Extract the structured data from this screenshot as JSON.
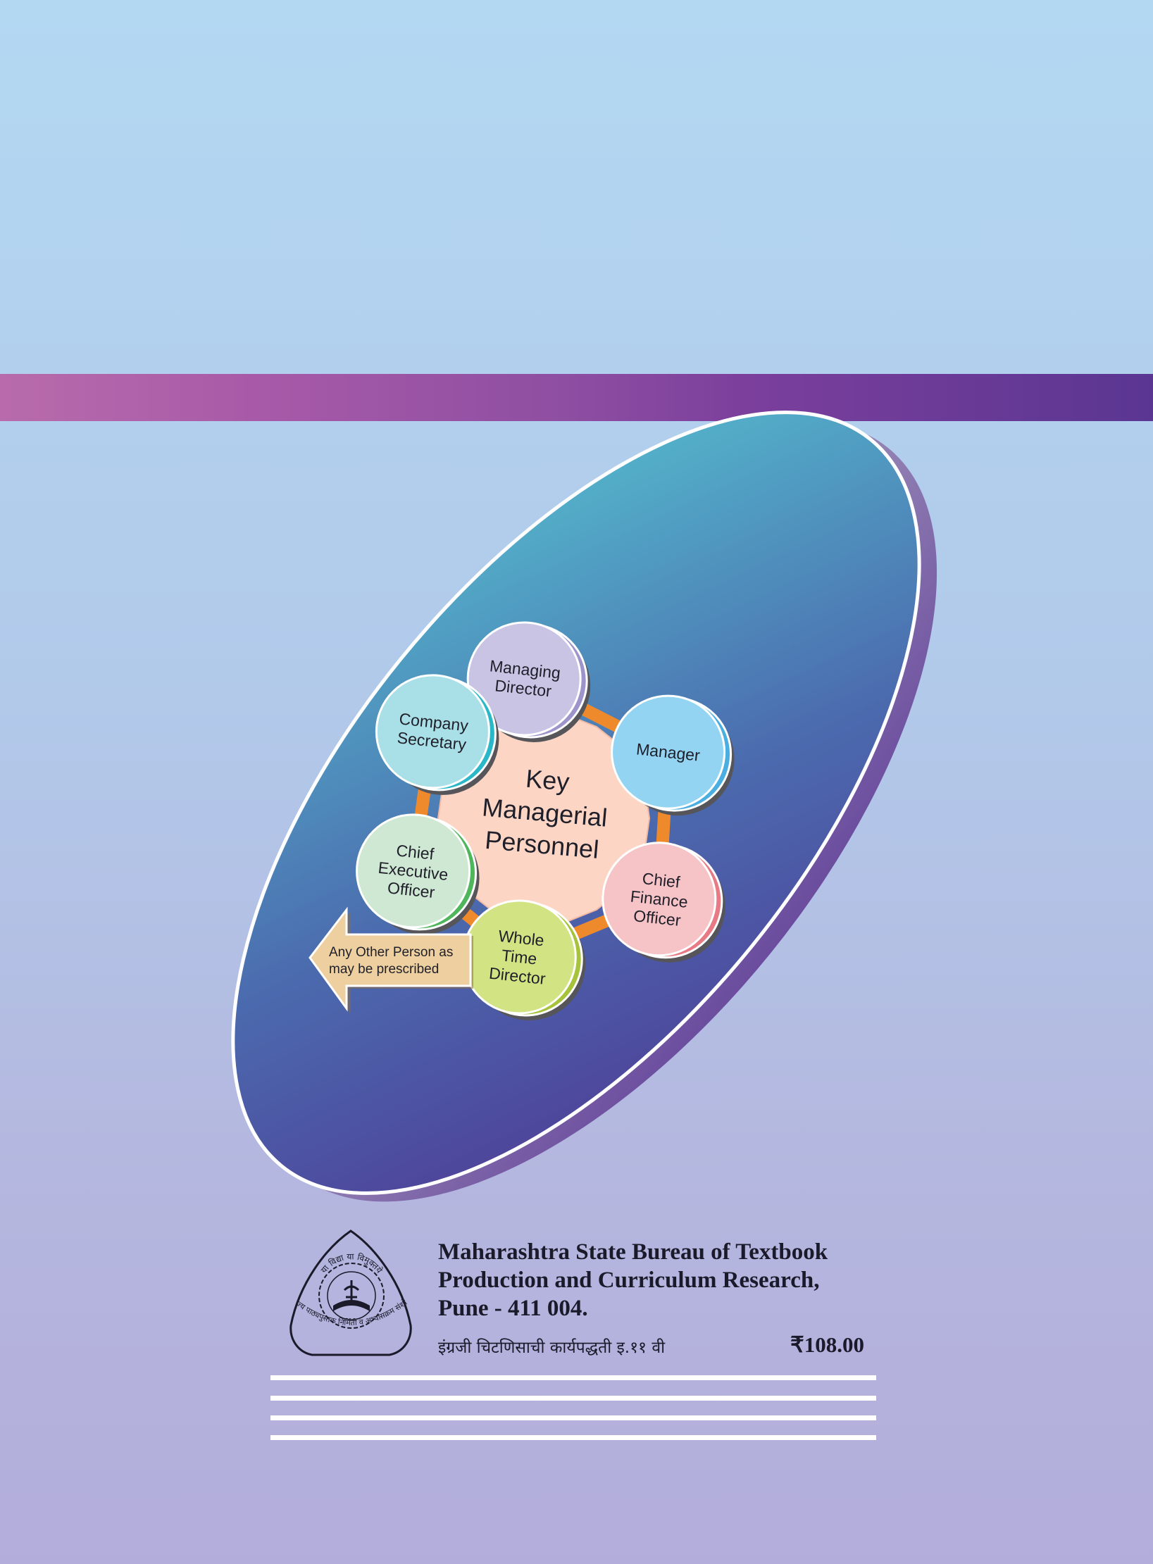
{
  "diagram": {
    "center": [
      "Key",
      "Managerial",
      "Personnel"
    ],
    "nodes": [
      {
        "id": "managing-director",
        "lines": [
          "Managing",
          "Director"
        ],
        "fill": "#c9c4e4",
        "rim": "#9d94cc"
      },
      {
        "id": "manager",
        "lines": [
          "Manager"
        ],
        "fill": "#92d4f2",
        "rim": "#4aaee0"
      },
      {
        "id": "chief-finance-officer",
        "lines": [
          "Chief",
          "Finance",
          "Officer"
        ],
        "fill": "#f6c3c6",
        "rim": "#e87a85"
      },
      {
        "id": "whole-time-director",
        "lines": [
          "Whole",
          "Time",
          "Director"
        ],
        "fill": "#d2e384",
        "rim": "#a6c33b"
      },
      {
        "id": "chief-executive-officer",
        "lines": [
          "Chief",
          "Executive",
          "Officer"
        ],
        "fill": "#cfe8d3",
        "rim": "#4fb65b"
      },
      {
        "id": "company-secretary",
        "lines": [
          "Company",
          "Secretary"
        ],
        "fill": "#a9dfe6",
        "rim": "#2ab8c9"
      }
    ],
    "arrow": [
      "Any Other Person as",
      "may be prescribed"
    ]
  },
  "publisher": {
    "lines": [
      "Maharashtra State Bureau of Textbook",
      "Production and Curriculum Research,",
      "Pune - 411 004."
    ]
  },
  "book": {
    "subject": "इंग्रजी चिटणिसाची कार्यपद्धती   इ.११ वी",
    "price": "₹108.00"
  },
  "logo": {
    "top_text": "या विद्या या विमुक्तये",
    "bottom_text": "महाराष्ट्र राज्य पाठ्यपुस्तक निर्मिती व अभ्यासक्रम संशोधन मंडळ"
  },
  "colors": {
    "stripe_start": "#b86bab",
    "stripe_end": "#5a3692",
    "ellipse_light": "#55c7d2",
    "ellipse_dark": "#4f3593",
    "center_fill": "#fcd5c4",
    "arrow_fill": "#edcfa0"
  }
}
